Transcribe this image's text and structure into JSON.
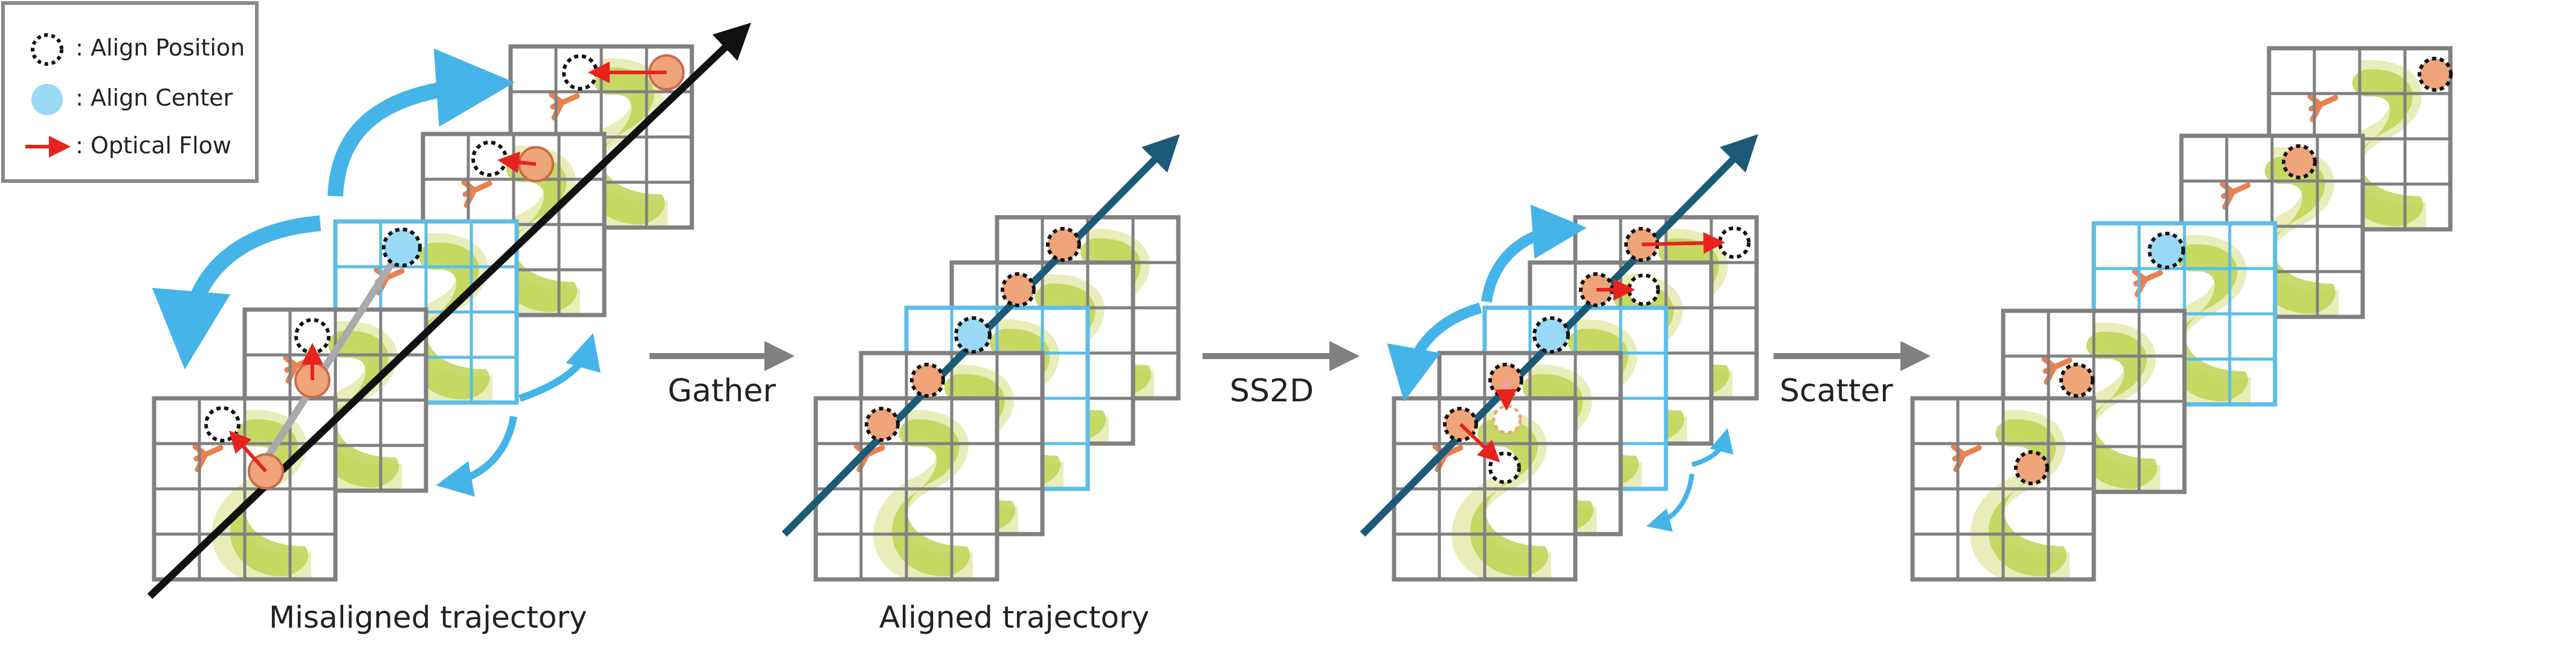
{
  "legend": {
    "align_position": ": Align Position",
    "align_center": ": Align Center",
    "optical_flow": ": Optical Flow"
  },
  "stages": {
    "misaligned": "Misaligned trajectory",
    "aligned": "Aligned trajectory"
  },
  "operations": {
    "gather": "Gather",
    "ss2d": "SS2D",
    "scatter": "Scatter"
  },
  "colors": {
    "grid": "#808080",
    "frame_center": "#5bbde8",
    "align_center": "#9ad9f5",
    "point": "#f0a47a",
    "flow": "#e8231e",
    "trajectory": "#111111",
    "aligned_trajectory": "#1d5a78",
    "curve_arrow": "#45b4e8",
    "op_arrow": "#808080",
    "snake_body": "#b5cf3c",
    "snake_belly": "#e6ebb0",
    "snake_tongue": "#e8703a"
  }
}
